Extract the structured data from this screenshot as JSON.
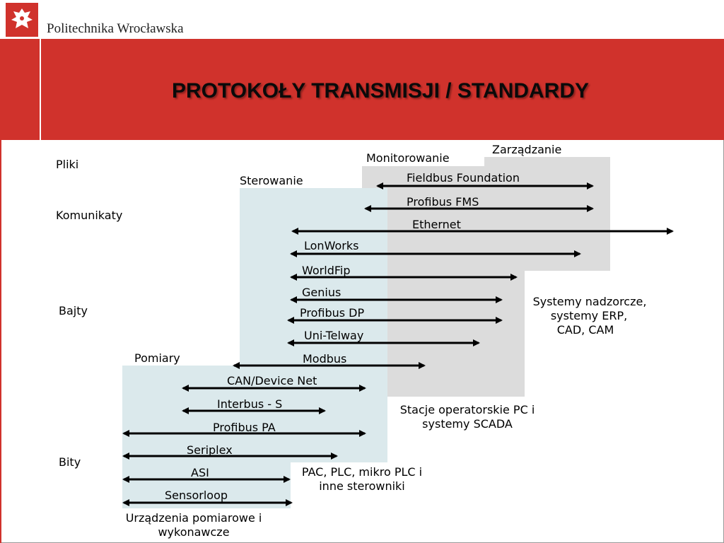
{
  "header": {
    "institution": "Politechnika Wrocławska"
  },
  "title": "PROTOKOŁY TRANSMISJI / STANDARDY",
  "levels": [
    "Pliki",
    "Komunikaty",
    "Bajty",
    "Bity"
  ],
  "zones": {
    "zarzadzanie": "Zarządzanie",
    "monitorowanie": "Monitorowanie",
    "sterowanie": "Sterowanie",
    "pomiary": "Pomiary"
  },
  "protocols": [
    "Fieldbus Foundation",
    "Profibus FMS",
    "Ethernet",
    "LonWorks",
    "WorldFip",
    "Genius",
    "Profibus DP",
    "Uni-Telway",
    "Modbus",
    "CAN/Device Net",
    "Interbus - S",
    "Profibus PA",
    "Seriplex",
    "ASI",
    "Sensorloop"
  ],
  "descriptions": {
    "nadzorcze": [
      "Systemy nadzorcze,",
      "systemy ERP,",
      "CAD, CAM"
    ],
    "stacje": [
      "Stacje operatorskie PC i",
      "systemy SCADA"
    ],
    "sterowniki": [
      "PAC, PLC, mikro PLC i",
      "inne sterowniki"
    ],
    "urzadzenia": [
      "Urządzenia pomiarowe i",
      "wykonawcze"
    ]
  },
  "colors": {
    "brand_red": "#d0322c",
    "gray_zone": "#dcdcdc",
    "blue_zone": "#dbe9ec",
    "arrow": "#000000"
  }
}
